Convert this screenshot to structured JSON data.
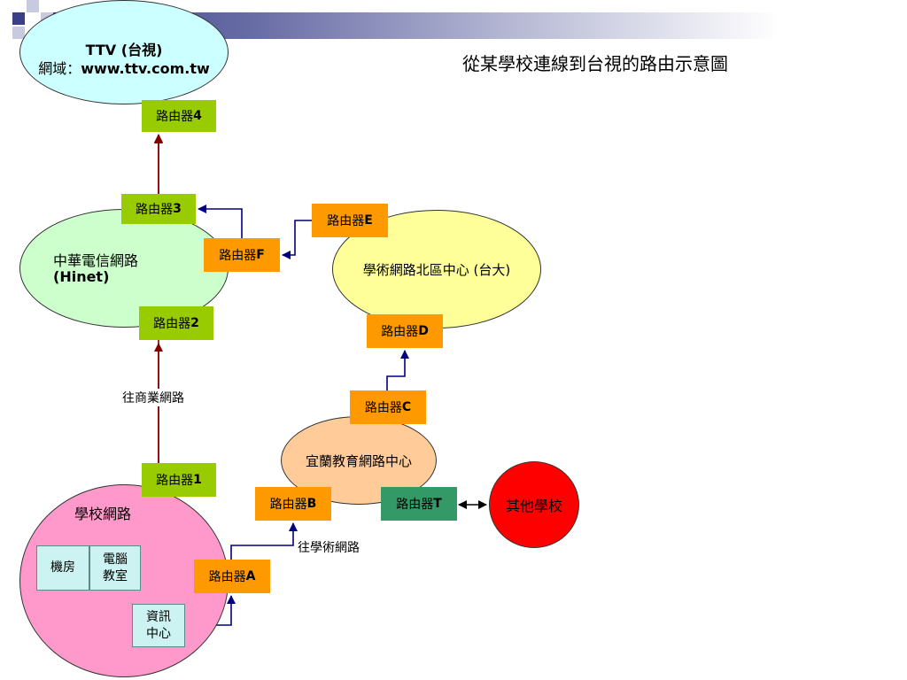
{
  "title": "從某學校連線到台視的路由示意圖",
  "ttv": {
    "line1": "TTV (台視)",
    "line2_prefix": "網域：",
    "line2_domain": "www.ttv.com.tw"
  },
  "hinet": {
    "line1": "中華電信網路",
    "line2": "(Hinet)"
  },
  "academic_north": {
    "label": "學術網路北區中心 (台大)"
  },
  "yilan": {
    "label": "宜蘭教育網路中心"
  },
  "school": {
    "label": "學校網路"
  },
  "other_school": {
    "label": "其他學校"
  },
  "routers": {
    "r4": {
      "prefix": "路由器 ",
      "id": "4"
    },
    "r3": {
      "prefix": "路由器 ",
      "id": "3"
    },
    "r2": {
      "prefix": "路由器 ",
      "id": "2"
    },
    "r1": {
      "prefix": "路由器 ",
      "id": "1"
    },
    "rF": {
      "prefix": "路由器 ",
      "id": "F"
    },
    "rE": {
      "prefix": "路由器 ",
      "id": "E"
    },
    "rD": {
      "prefix": "路由器 ",
      "id": "D"
    },
    "rC": {
      "prefix": "路由器 ",
      "id": "C"
    },
    "rB": {
      "prefix": "路由器 ",
      "id": "B"
    },
    "rA": {
      "prefix": "路由器 ",
      "id": "A"
    },
    "rT": {
      "prefix": "路由器",
      "id": "T"
    }
  },
  "rooms": {
    "machine_room": "機房",
    "computer_class_line1": "電腦",
    "computer_class_line2": "教室",
    "info_center_line1": "資訊",
    "info_center_line2": "中心"
  },
  "edge_labels": {
    "to_commercial": "往商業網路",
    "to_academic": "往學術網路"
  },
  "colors": {
    "ttv_fill": "#ccffff",
    "hinet_fill": "#ccffcc",
    "academic_fill": "#ffff99",
    "yilan_fill": "#ffcc99",
    "school_fill": "#ff99cc",
    "other_fill": "#ff0000",
    "router_green": "#99cc00",
    "router_orange": "#ff9900",
    "router_teal": "#339966",
    "arrow_red": "#800000",
    "arrow_blue": "#000080"
  }
}
